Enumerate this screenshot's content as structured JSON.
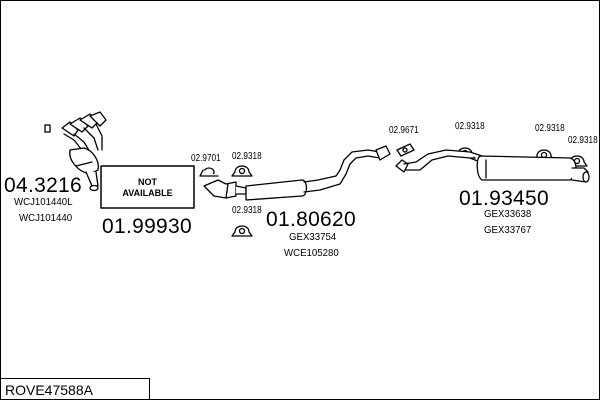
{
  "footer": {
    "code": "ROVE47588A"
  },
  "placeholder_box": {
    "line1": "NOT",
    "line2": "AVAILABLE"
  },
  "parts": {
    "manifold": {
      "number": "04.3216",
      "refs": [
        "WCJ101440L",
        "WCJ101440"
      ]
    },
    "missing": {
      "number": "01.99930"
    },
    "middle": {
      "number": "01.80620",
      "refs": [
        "GEX33754",
        "WCE105280"
      ]
    },
    "rear": {
      "number": "01.93450",
      "refs": [
        "GEX33638",
        "GEX33767"
      ]
    }
  },
  "clamps": {
    "c1": "02.9701",
    "c2": "02.9318",
    "c3": "02.9318",
    "c4": "02.9671",
    "c5": "02.9318",
    "c6": "02.9318",
    "c7": "02.9318"
  }
}
